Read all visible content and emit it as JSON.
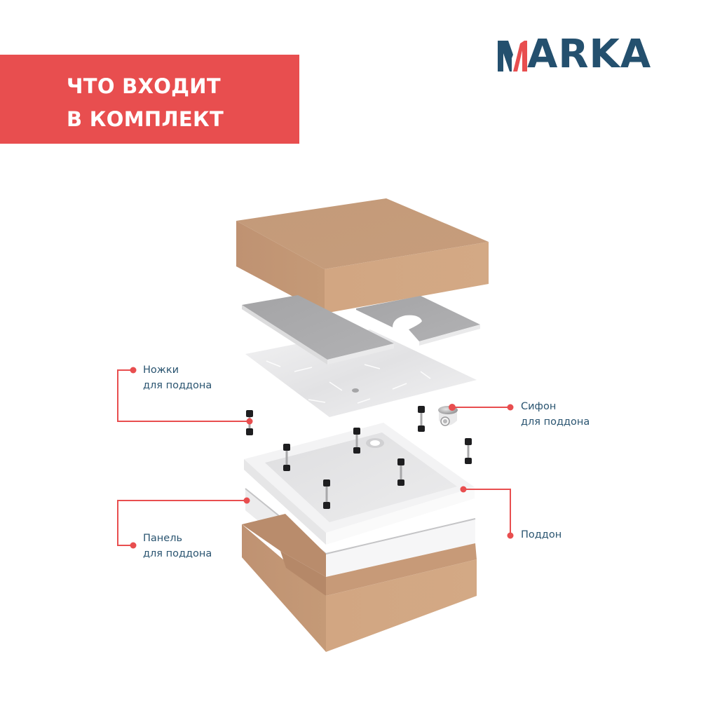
{
  "brand": {
    "logo_text": "ARKA",
    "logo_full": "MARKA",
    "logo_color": "#24506e",
    "logo_accent_color": "#e84e4f"
  },
  "banner": {
    "line1": "ЧТО ВХОДИТ",
    "line2": "В КОМПЛЕКТ",
    "background": "#e84e4f",
    "text_color": "#ffffff"
  },
  "callouts": [
    {
      "id": "legs",
      "line1": "Ножки",
      "line2": "для поддона"
    },
    {
      "id": "siphon",
      "line1": "Сифон",
      "line2": "для поддона"
    },
    {
      "id": "panel",
      "line1": "Панель",
      "line2": "для поддона"
    },
    {
      "id": "tray",
      "line1": "Поддон",
      "line2": ""
    }
  ],
  "colors": {
    "callout_line": "#e84e4f",
    "label_text": "#2a5470",
    "cardboard_top": "#c99e7c",
    "cardboard_side": "#cda07c",
    "foam": "#a9a9ab",
    "tray": "#f1f1f2"
  },
  "components": [
    "top-cardboard-cover",
    "foam-sheet-left",
    "foam-sheet-right",
    "protective-film",
    "tray-legs",
    "siphon",
    "shower-tray",
    "front-panel",
    "bottom-cardboard-box"
  ]
}
